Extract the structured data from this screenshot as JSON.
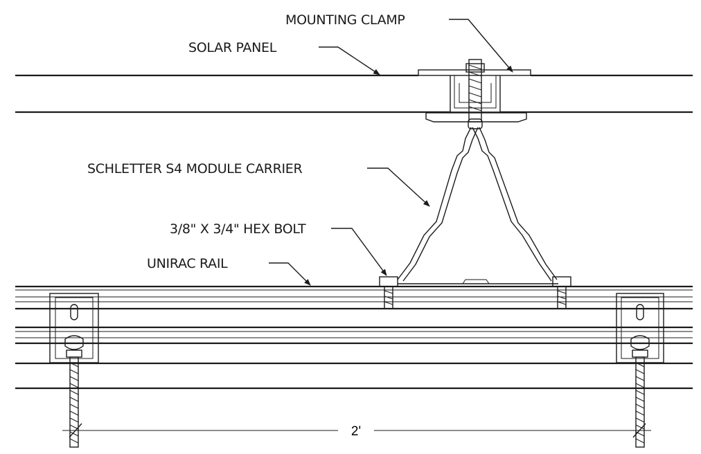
{
  "labels": {
    "mounting_clamp": "MOUNTING CLAMP",
    "solar_panel": "SOLAR PANEL",
    "module_carrier": "SCHLETTER S4 MODULE CARRIER",
    "hex_bolt": "3/8\" X 3/4\" HEX BOLT",
    "unirac_rail": "UNIRAC RAIL"
  },
  "dimension": {
    "value": "2'"
  },
  "colors": {
    "line": "#1a1a1a",
    "background": "#ffffff"
  }
}
